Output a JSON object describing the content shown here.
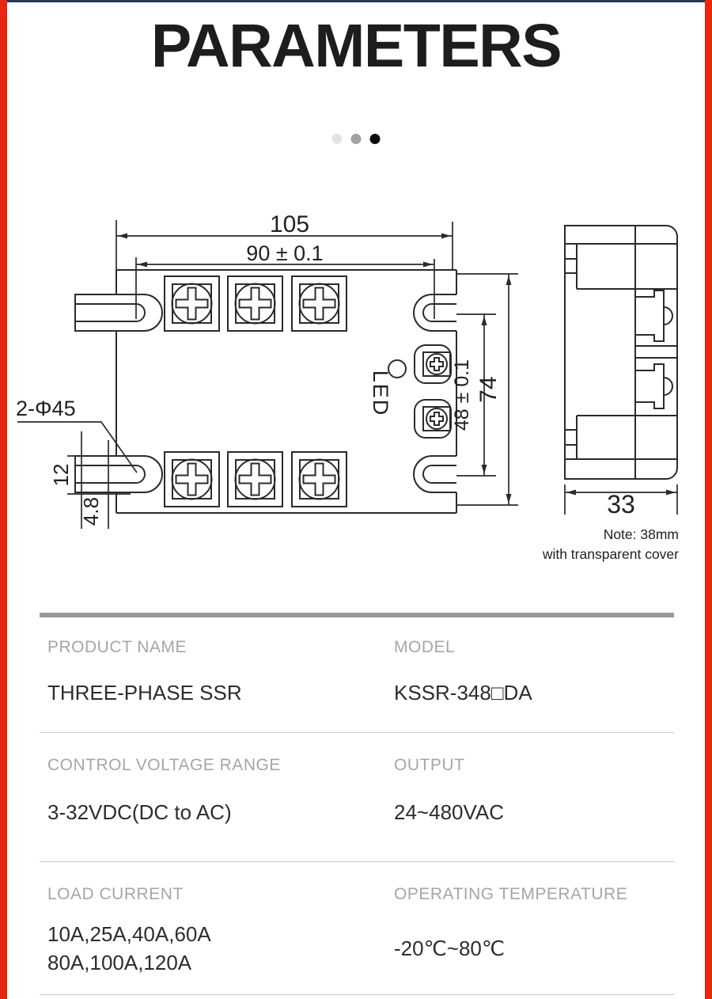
{
  "page": {
    "title": "PARAMETERS"
  },
  "carousel": {
    "dots": [
      "inactive",
      "inactive",
      "active"
    ]
  },
  "drawing": {
    "front_view": {
      "overall_width": "105",
      "hole_spacing_width": "90 ± 0.1",
      "slot_callout": "2-Φ45",
      "slot_height": "12",
      "slot_edge_offset": "4.8",
      "led_label": "LED",
      "hole_spacing_height": "48 ± 0.1",
      "overall_height": "74"
    },
    "side_view": {
      "depth": "33",
      "note_line1": "Note: 38mm",
      "note_line2": "with transparent cover"
    }
  },
  "spec_table": {
    "rows": [
      {
        "left_label": "PRODUCT NAME",
        "left_value": "THREE-PHASE SSR",
        "right_label": "MODEL",
        "right_value": "KSSR-348□DA"
      },
      {
        "left_label": "CONTROL VOLTAGE RANGE",
        "left_value": "3-32VDC(DC to AC)",
        "right_label": "OUTPUT",
        "right_value": "24~480VAC"
      },
      {
        "left_label": "LOAD CURRENT",
        "left_value": "10A,25A,40A,60A\n80A,100A,120A",
        "right_label": "OPERATING TEMPERATURE",
        "right_value": "-20℃~80℃"
      }
    ]
  },
  "colors": {
    "edge_accent_red": "#e8250f",
    "top_line_navy": "#203a61",
    "table_header_bar": "#999999",
    "label_gray": "#a6a6a6",
    "value_dark": "#2d2d2d",
    "drawing_line": "#2b2b2b"
  }
}
